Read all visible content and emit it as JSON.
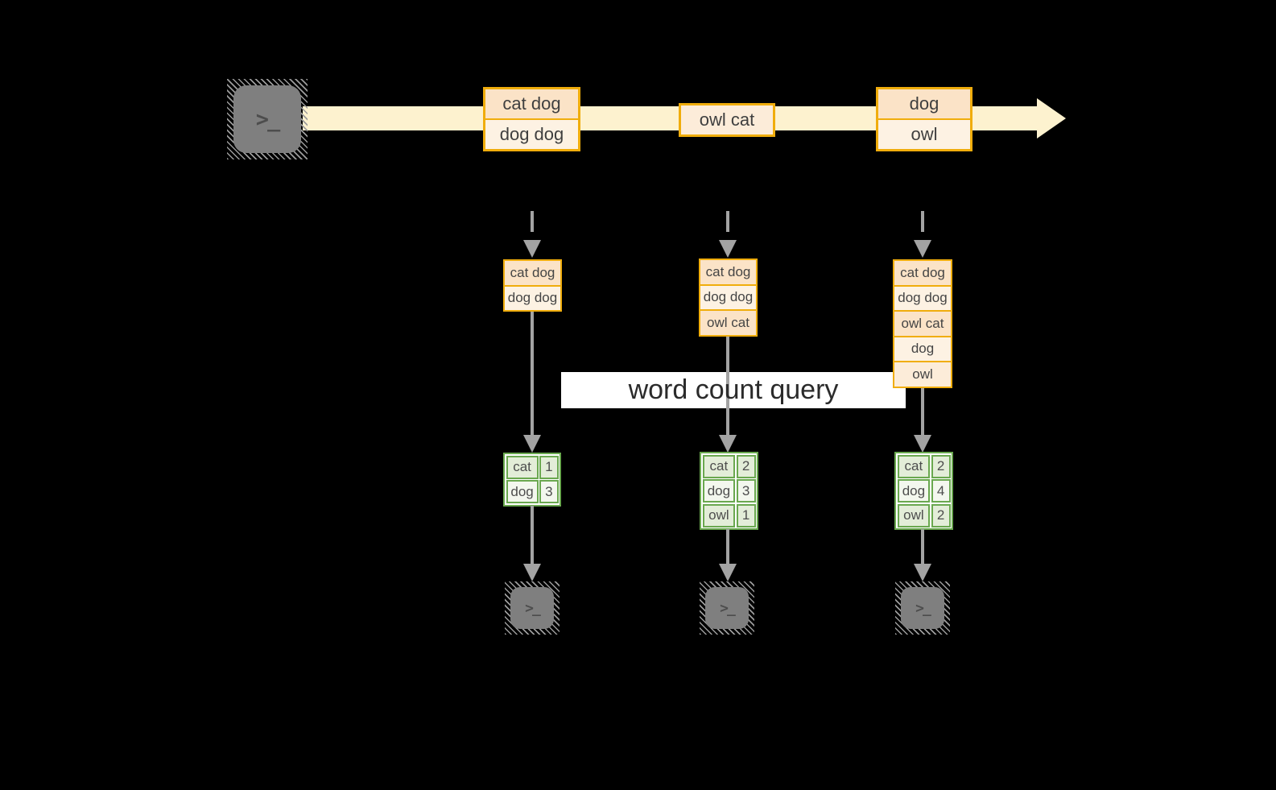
{
  "query_label": "word count query",
  "terminal_glyph": ">_",
  "stream": {
    "batches": [
      {
        "cells": [
          "cat dog",
          "dog dog"
        ]
      },
      {
        "cells": [
          "owl cat"
        ]
      },
      {
        "cells": [
          "dog",
          "owl"
        ]
      }
    ]
  },
  "columns": [
    {
      "state_cells": [
        "cat dog",
        "dog dog"
      ],
      "count_rows": [
        {
          "word": "cat",
          "count": "1"
        },
        {
          "word": "dog",
          "count": "3"
        }
      ]
    },
    {
      "state_cells": [
        "cat dog",
        "dog dog",
        "owl cat"
      ],
      "count_rows": [
        {
          "word": "cat",
          "count": "2"
        },
        {
          "word": "dog",
          "count": "3"
        },
        {
          "word": "owl",
          "count": "1"
        }
      ]
    },
    {
      "state_cells": [
        "cat dog",
        "dog dog",
        "owl cat",
        "dog",
        "owl"
      ],
      "count_rows": [
        {
          "word": "cat",
          "count": "2"
        },
        {
          "word": "dog",
          "count": "4"
        },
        {
          "word": "owl",
          "count": "2"
        }
      ]
    }
  ],
  "colors": {
    "background": "#000000",
    "stream_fill": "#fdf2cf",
    "batch_border": "#f0ad0c",
    "batch_fill_dark": "#fbe3c7",
    "batch_fill_light": "#fdf2e3",
    "batch_fill_mid": "#fcecd9",
    "table_border": "#6aa84f",
    "table_fill_a": "#e3edd8",
    "table_fill_b": "#f3f7ee",
    "arrow_gray": "#a3a3a3",
    "terminal_gray": "#7f7f7f"
  }
}
